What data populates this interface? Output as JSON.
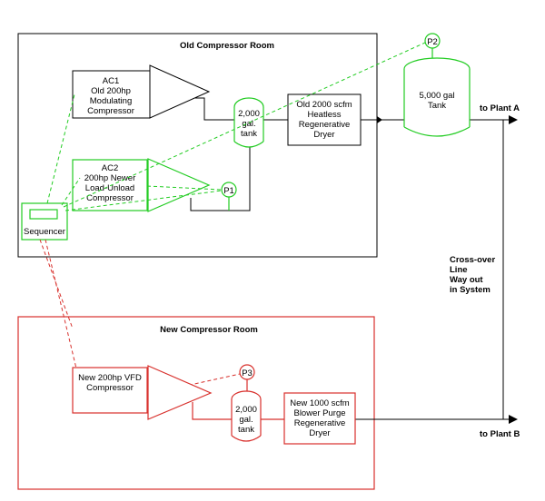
{
  "colors": {
    "old_system": "#000000",
    "green_system": "#22cc22",
    "new_system": "#d8302c"
  },
  "old_room": {
    "title": "Old Compressor Room"
  },
  "new_room": {
    "title": "New Compressor Room"
  },
  "ac1": {
    "lines": [
      "AC1",
      "Old 200hp",
      "Modulating",
      "Compressor"
    ]
  },
  "ac2": {
    "lines": [
      "AC2",
      "200hp Newer",
      "Load-Unload",
      "Compressor"
    ]
  },
  "tank_old": {
    "lines": [
      "2,000",
      "gal.",
      "tank"
    ]
  },
  "dryer_old": {
    "lines": [
      "Old 2000 scfm",
      "Heatless",
      "Regenerative",
      "Dryer"
    ]
  },
  "tank_main": {
    "lines": [
      "5,000 gal",
      "Tank"
    ]
  },
  "sequencer": {
    "label": "Sequencer"
  },
  "sensors": {
    "p1": "P1",
    "p2": "P2",
    "p3": "P3"
  },
  "new_vfd": {
    "lines": [
      "New 200hp VFD",
      "Compressor"
    ]
  },
  "tank_new": {
    "lines": [
      "2,000",
      "gal.",
      "tank"
    ]
  },
  "dryer_new": {
    "lines": [
      "New 1000 scfm",
      "Blower Purge",
      "Regenerative",
      "Dryer"
    ]
  },
  "outputs": {
    "plant_a": "to Plant A",
    "plant_b": "to Plant B"
  },
  "crossover": {
    "lines": [
      "Cross-over",
      "Line",
      "Way out",
      "in System"
    ]
  }
}
